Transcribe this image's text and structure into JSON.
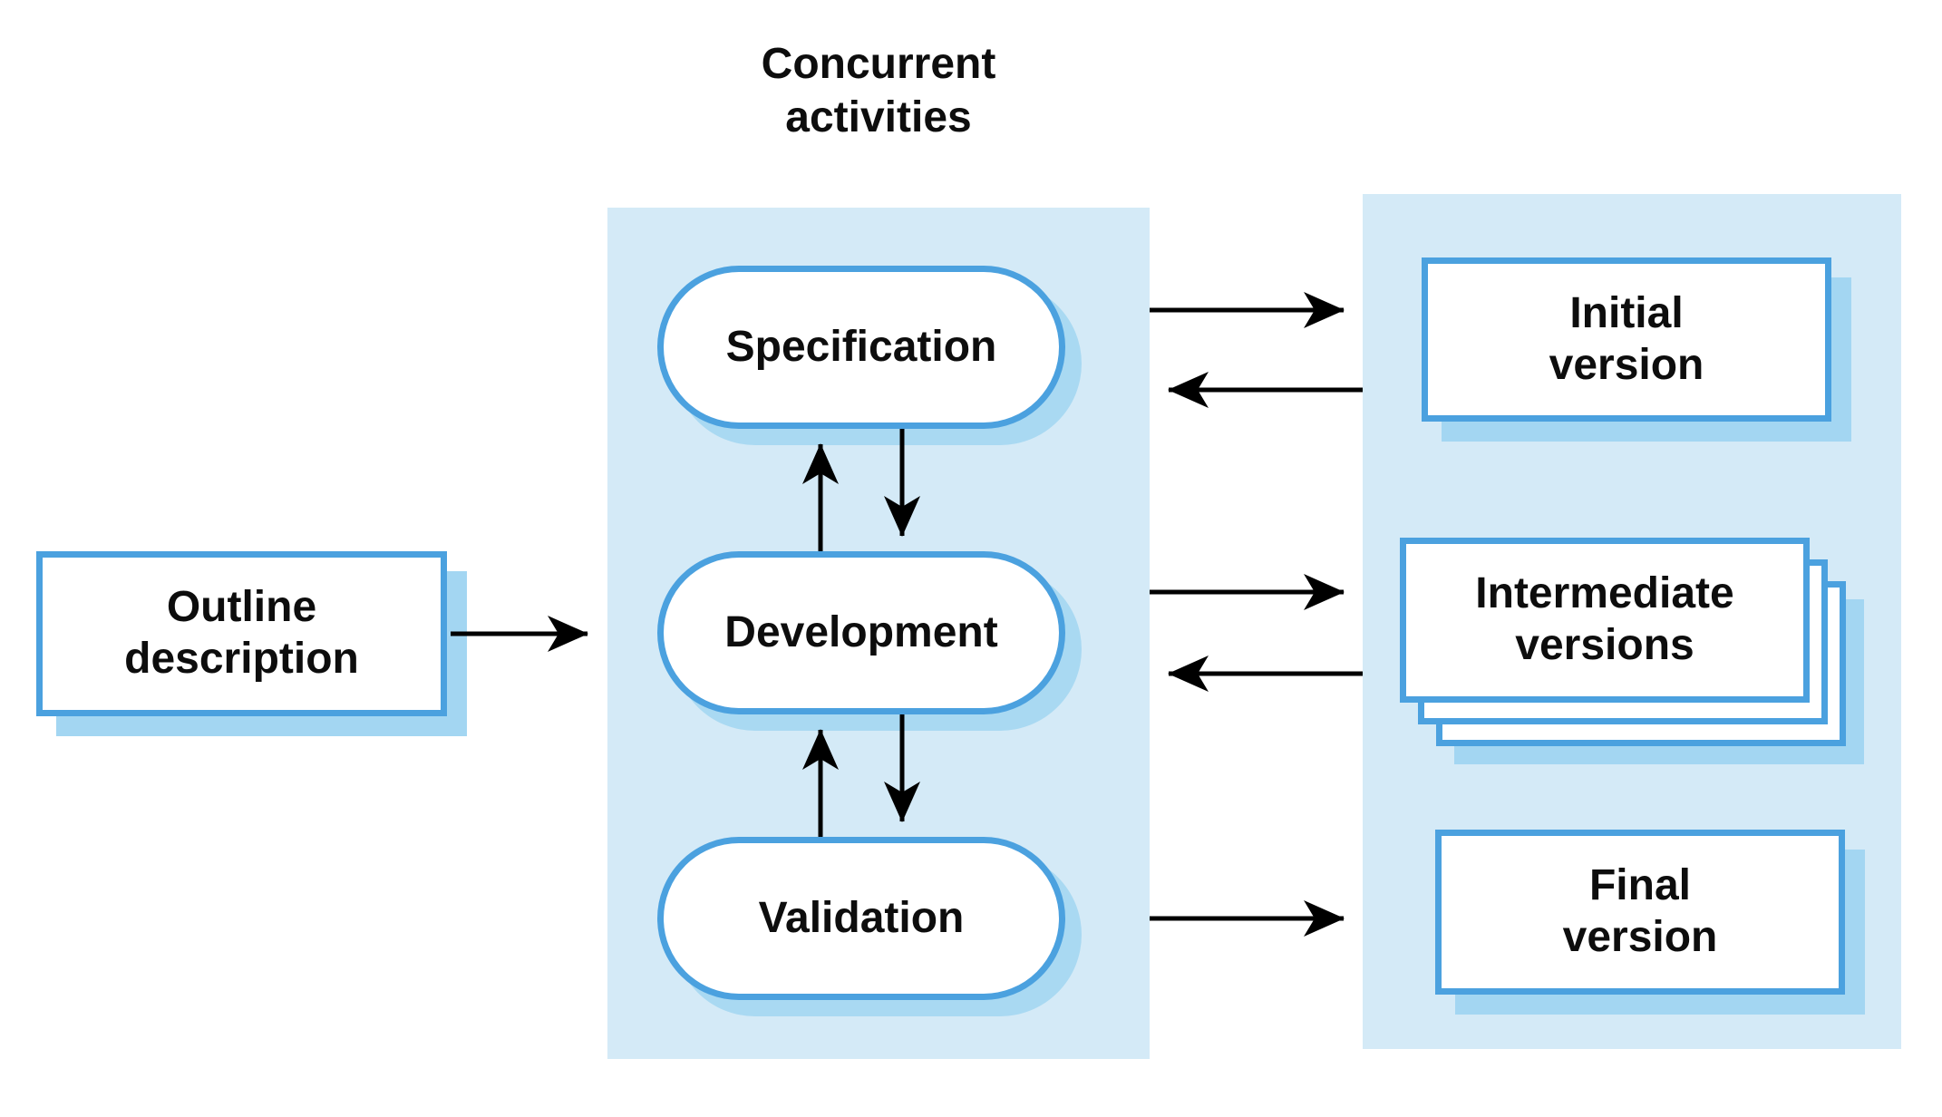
{
  "title": {
    "lines": [
      "Concurrent",
      "activities"
    ]
  },
  "nodes": {
    "outline": {
      "lines": [
        "Outline",
        "description"
      ]
    },
    "specification": {
      "label": "Specification"
    },
    "development": {
      "label": "Development"
    },
    "validation": {
      "label": "Validation"
    },
    "initial": {
      "lines": [
        "Initial",
        "version"
      ]
    },
    "intermediate": {
      "lines": [
        "Intermediate",
        "versions"
      ]
    },
    "final": {
      "lines": [
        "Final",
        "version"
      ]
    }
  },
  "colors": {
    "panel": "#d4eaf7",
    "border": "#4ba1df",
    "shadow": "#a3d6f2",
    "stadium_shadow": "#a9d9f2",
    "node_fill": "#ffffff",
    "arrow": "#000000"
  }
}
